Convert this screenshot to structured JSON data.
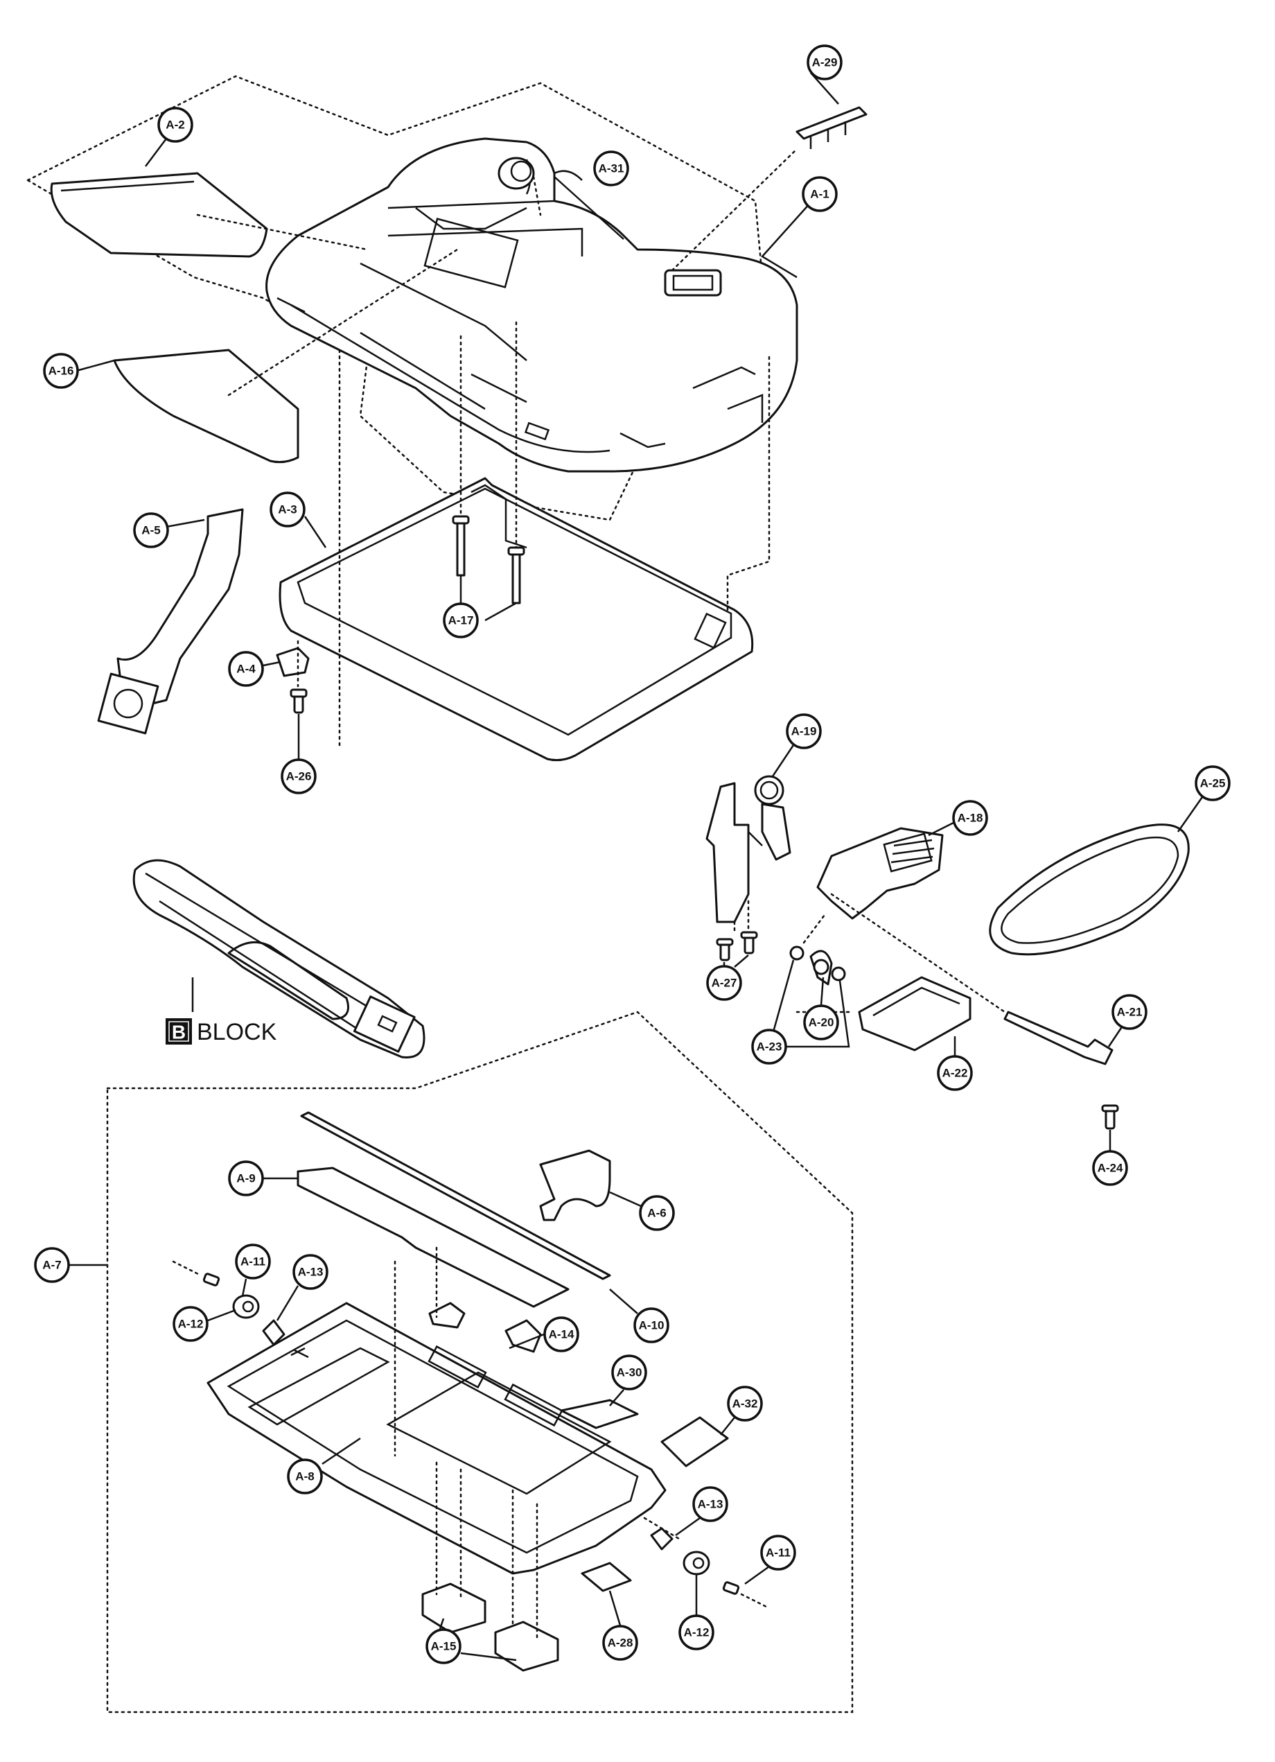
{
  "callouts": [
    {
      "id": "a29",
      "label": "A-29"
    },
    {
      "id": "a2",
      "label": "A-2"
    },
    {
      "id": "a31",
      "label": "A-31"
    },
    {
      "id": "a1",
      "label": "A-1"
    },
    {
      "id": "a16",
      "label": "A-16"
    },
    {
      "id": "a3",
      "label": "A-3"
    },
    {
      "id": "a17",
      "label": "A-17"
    },
    {
      "id": "a5",
      "label": "A-5"
    },
    {
      "id": "a4",
      "label": "A-4"
    },
    {
      "id": "a26",
      "label": "A-26"
    },
    {
      "id": "a19",
      "label": "A-19"
    },
    {
      "id": "a18",
      "label": "A-18"
    },
    {
      "id": "a25",
      "label": "A-25"
    },
    {
      "id": "a27",
      "label": "A-27"
    },
    {
      "id": "a23",
      "label": "A-23"
    },
    {
      "id": "a20",
      "label": "A-20"
    },
    {
      "id": "a22",
      "label": "A-22"
    },
    {
      "id": "a21",
      "label": "A-21"
    },
    {
      "id": "a24",
      "label": "A-24"
    },
    {
      "id": "a9",
      "label": "A-9"
    },
    {
      "id": "a6",
      "label": "A-6"
    },
    {
      "id": "a7",
      "label": "A-7"
    },
    {
      "id": "a11",
      "label": "A-11"
    },
    {
      "id": "a13",
      "label": "A-13"
    },
    {
      "id": "a12",
      "label": "A-12"
    },
    {
      "id": "a14",
      "label": "A-14"
    },
    {
      "id": "a10",
      "label": "A-10"
    },
    {
      "id": "a30",
      "label": "A-30"
    },
    {
      "id": "a32",
      "label": "A-32"
    },
    {
      "id": "a8",
      "label": "A-8"
    },
    {
      "id": "a13b",
      "label": "A-13"
    },
    {
      "id": "a11b",
      "label": "A-11"
    },
    {
      "id": "a12b",
      "label": "A-12"
    },
    {
      "id": "a28",
      "label": "A-28"
    },
    {
      "id": "a15",
      "label": "A-15"
    }
  ],
  "block": {
    "letter": "B",
    "text": "BLOCK"
  }
}
